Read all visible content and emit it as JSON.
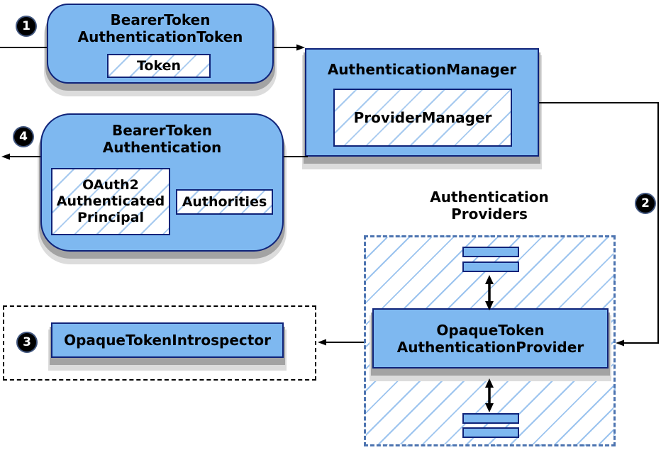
{
  "badges": {
    "step1": "1",
    "step2": "2",
    "step3": "3",
    "step4": "4"
  },
  "nodes": {
    "bearer_token_authentication_token": {
      "title": "BearerToken\nAuthenticationToken",
      "token_label": "Token"
    },
    "authentication_manager": {
      "title": "AuthenticationManager",
      "provider_manager_label": "ProviderManager"
    },
    "bearer_token_authentication": {
      "title": "BearerToken\nAuthentication",
      "principal_label": "OAuth2\nAuthenticated\nPrincipal",
      "authorities_label": "Authorities"
    },
    "authentication_providers_group": {
      "heading": "Authentication\nProviders"
    },
    "opaque_token_authentication_provider": {
      "title": "OpaqueToken\nAuthenticationProvider"
    },
    "opaque_token_introspector": {
      "title": "OpaqueTokenIntrospector"
    }
  },
  "colors": {
    "node_fill": "#7EB8F0",
    "node_border": "#0F2379",
    "hatch_line": "#A5C9EF",
    "providers_dash_border": "#4D74B0",
    "introspector_dash_border": "#000000",
    "arrow": "#000000",
    "badge_background": "#000000",
    "badge_text": "#FFFFFF",
    "badge_ring": "#41567E",
    "shadow_dark": "#A3A3A3",
    "shadow_light": "#DCDCDC",
    "canvas_background": "#FFFFFF"
  }
}
